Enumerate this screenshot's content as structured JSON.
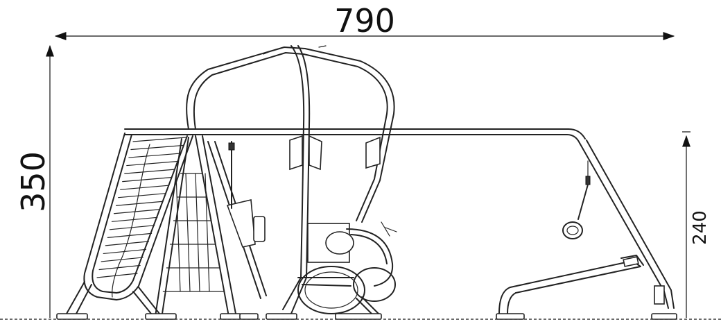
{
  "dimensions": {
    "width_label": "790",
    "height_label": "350",
    "side_height_label": "240"
  },
  "colors": {
    "line": "#222222",
    "background": "#ffffff"
  }
}
